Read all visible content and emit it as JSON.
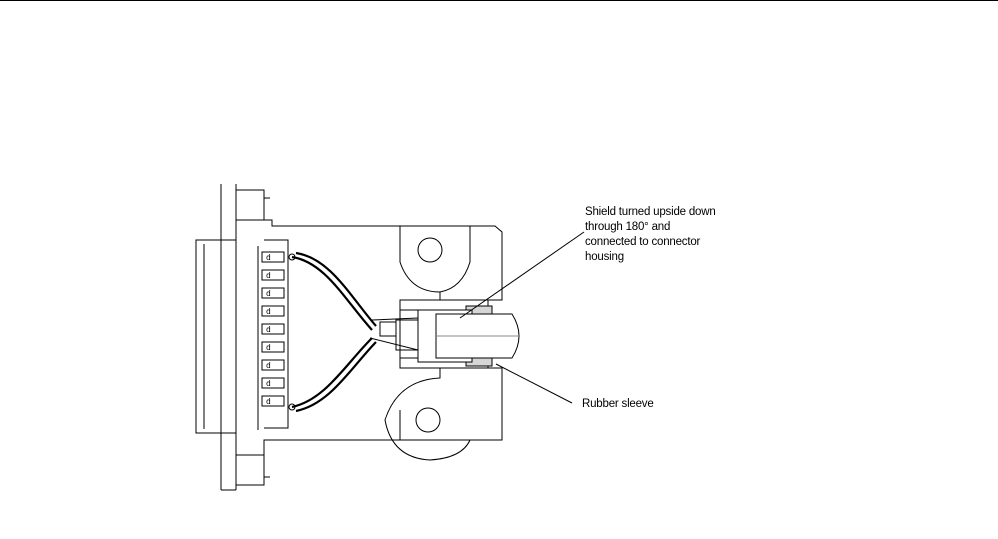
{
  "diagram": {
    "labels": {
      "shield": {
        "lines": [
          "Shield turned upside down",
          "through 180° and",
          "connected to connector",
          "housing"
        ]
      },
      "rubber_sleeve": "Rubber sleeve"
    }
  }
}
